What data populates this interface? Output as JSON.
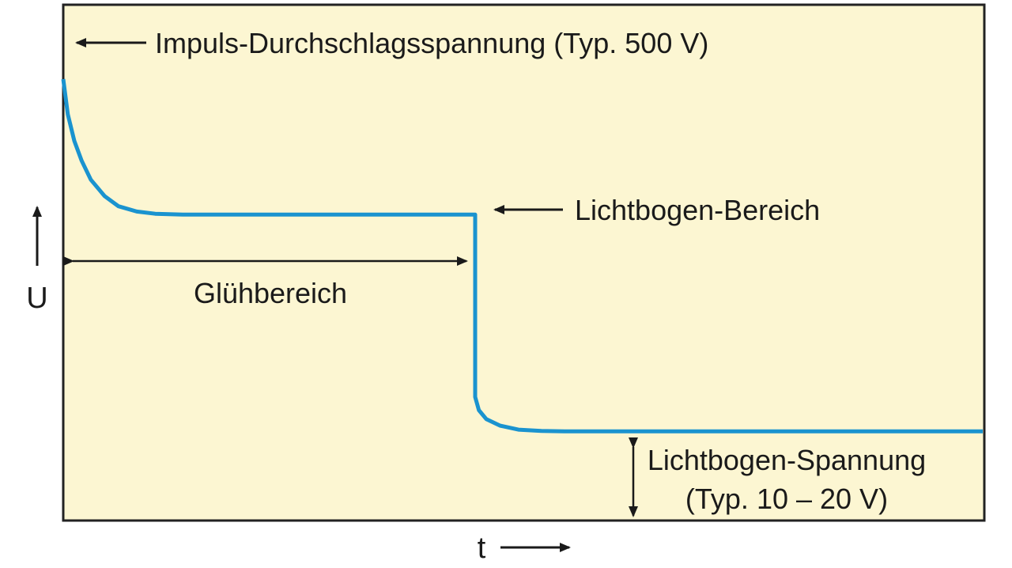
{
  "chart_data": {
    "type": "line",
    "title": "",
    "xlabel": "t",
    "ylabel": "U",
    "x_ticks": false,
    "y_ticks": false,
    "grid": false,
    "colors": {
      "background": "#fcf6d2",
      "frame": "#222222",
      "curve": "#1a93cf",
      "annotation": "#1a1a1a"
    },
    "series": [
      {
        "values_description_free": true,
        "points": [
          [
            0.0,
            1.0
          ],
          [
            0.005,
            0.92
          ],
          [
            0.012,
            0.86
          ],
          [
            0.02,
            0.815
          ],
          [
            0.03,
            0.772
          ],
          [
            0.045,
            0.735
          ],
          [
            0.06,
            0.712
          ],
          [
            0.08,
            0.7
          ],
          [
            0.1,
            0.695
          ],
          [
            0.13,
            0.693
          ],
          [
            0.448,
            0.693
          ],
          [
            0.448,
            0.28
          ],
          [
            0.452,
            0.25
          ],
          [
            0.46,
            0.23
          ],
          [
            0.475,
            0.215
          ],
          [
            0.495,
            0.206
          ],
          [
            0.52,
            0.203
          ],
          [
            0.545,
            0.202
          ],
          [
            1.0,
            0.202
          ]
        ]
      }
    ],
    "annotations": {
      "impulse": "Impuls-Durchschlagsspannung (Typ. 500 V)",
      "arc_region": "Lichtbogen-Bereich",
      "glow_region": "Glühbereich",
      "arc_voltage_line1": "Lichtbogen-Spannung",
      "arc_voltage_line2": "(Typ. 10 – 20 V)"
    }
  }
}
